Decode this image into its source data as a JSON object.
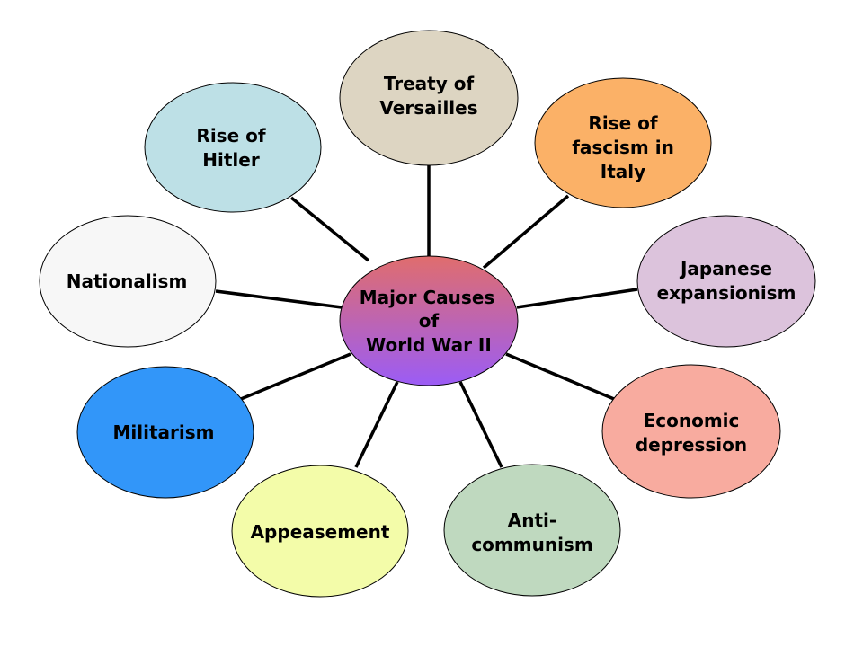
{
  "center": {
    "lines": [
      "Major Causes",
      "of",
      "World War II"
    ]
  },
  "nodes": [
    {
      "key": "treaty",
      "lines": [
        "Treaty of",
        "Versailles"
      ],
      "color": "#ddd5c2"
    },
    {
      "key": "fascism",
      "lines": [
        "Rise of",
        "fascism in",
        "Italy"
      ],
      "color": "#fbb167"
    },
    {
      "key": "japan",
      "lines": [
        "Japanese",
        "expansionism"
      ],
      "color": "#dcc3dc"
    },
    {
      "key": "economic",
      "lines": [
        "Economic",
        "depression"
      ],
      "color": "#f8ab9f"
    },
    {
      "key": "anticommunism",
      "lines": [
        "Anti-",
        "communism"
      ],
      "color": "#bfd9bf"
    },
    {
      "key": "appeasement",
      "lines": [
        "Appeasement"
      ],
      "color": "#f3fca9"
    },
    {
      "key": "militarism",
      "lines": [
        "Militarism"
      ],
      "color": "#3296f9"
    },
    {
      "key": "nationalism",
      "lines": [
        "Nationalism"
      ],
      "color": "#f7f7f7"
    },
    {
      "key": "hitler",
      "lines": [
        "Rise of",
        "Hitler"
      ],
      "color": "#bde0e6"
    }
  ],
  "colors": {
    "center_gradient_top": "#e06d6d",
    "center_gradient_bottom": "#9b5cf6",
    "outline": "#000000"
  }
}
